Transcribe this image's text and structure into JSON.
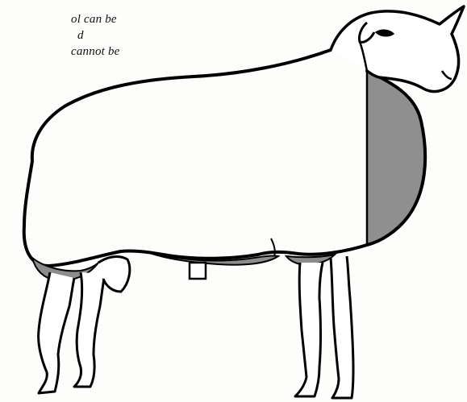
{
  "caption": {
    "lines": [
      "ol can be",
      "d",
      "cannot be"
    ]
  },
  "colors": {
    "outline": "#000000",
    "body_fill": "#ffffff",
    "shaded_fill": "#8f8f8f",
    "belly_fill": "#8c8c8c"
  },
  "figure": {
    "subject": "sheep",
    "shaded_regions": [
      "chest-front",
      "belly-underline",
      "rear-underline"
    ]
  }
}
